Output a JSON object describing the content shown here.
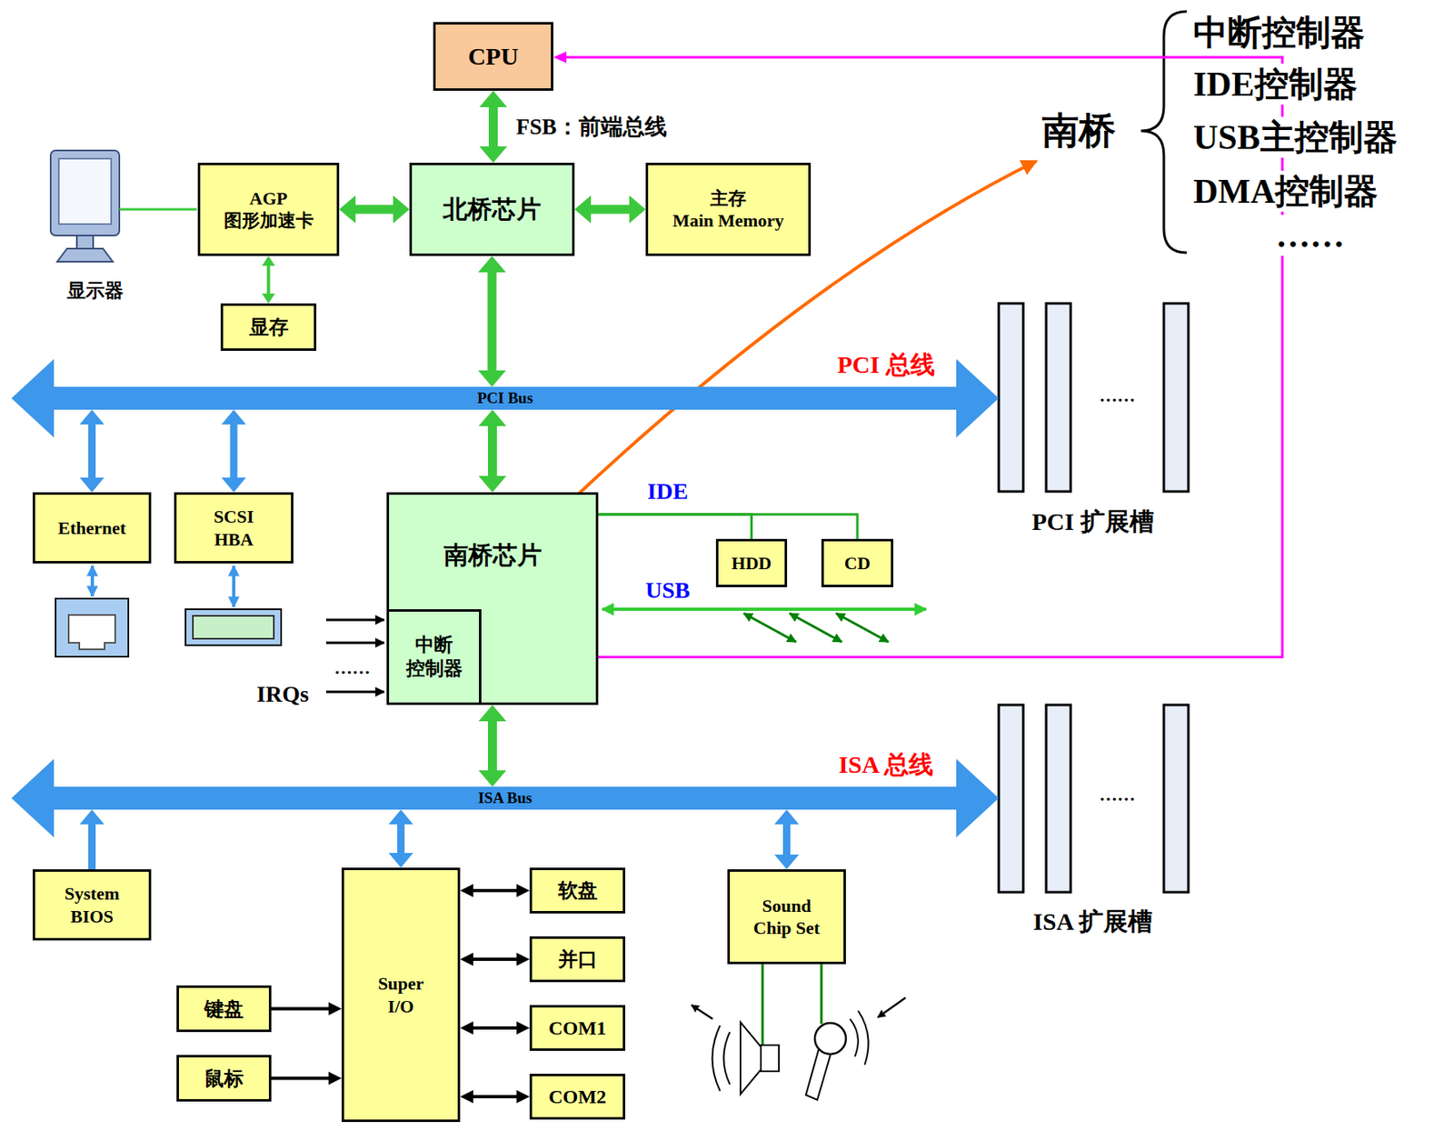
{
  "diagram": {
    "nodes": [
      {
        "text": [
          "CPU"
        ]
      },
      {
        "text": [
          "AGP 图形加速卡"
        ]
      },
      {
        "text": [
          "北桥芯片"
        ]
      },
      {
        "text": [
          "主存 Main Memory"
        ]
      },
      {
        "text": [
          "显存"
        ]
      },
      {
        "text": [
          "PCI Bus"
        ]
      },
      {
        "text": [
          "Ethernet"
        ]
      },
      {
        "text": [
          "SCSI HBA"
        ]
      },
      {
        "text": [
          "南桥芯片"
        ]
      },
      {
        "text": [
          "中断 控制器"
        ],
        "in": 8
      },
      {
        "text": [
          "HDD"
        ]
      },
      {
        "text": [
          "CD"
        ]
      },
      {
        "text": [
          "ISA Bus"
        ]
      },
      {
        "text": [
          "System BIOS"
        ]
      },
      {
        "text": [
          "Super I/O"
        ]
      },
      {
        "text": [
          "软盘"
        ]
      },
      {
        "text": [
          "并口"
        ]
      },
      {
        "text": [
          "COM1"
        ]
      },
      {
        "text": [
          "COM2"
        ]
      },
      {
        "text": [
          "Sound Chip Set"
        ]
      },
      {
        "text": [
          "键盘"
        ]
      },
      {
        "text": [
          "鼠标"
        ]
      }
    ],
    "edges": [
      {
        "from": 0,
        "to": 2,
        "arrow": "both",
        "label": "FSB：前端总线"
      },
      {
        "from": 1,
        "to": 2,
        "arrow": "both"
      },
      {
        "from": 2,
        "to": 3,
        "arrow": "both"
      },
      {
        "from": 1,
        "to": 4,
        "arrow": "both"
      },
      {
        "from": 2,
        "to": 5,
        "arrow": "both"
      },
      {
        "from": 5,
        "to": 6,
        "arrow": "both"
      },
      {
        "from": 5,
        "to": 7,
        "arrow": "both"
      },
      {
        "from": 5,
        "to": 8,
        "arrow": "both"
      },
      {
        "from": 8,
        "to": 10,
        "arrow": "none"
      },
      {
        "from": 8,
        "to": 11,
        "arrow": "none"
      },
      {
        "from": 9,
        "to": 0,
        "arrow": "to"
      },
      {
        "from": 8,
        "to": 12,
        "arrow": "both"
      },
      {
        "from": 13,
        "to": 12,
        "arrow": "to"
      },
      {
        "from": 12,
        "to": 14,
        "arrow": "both"
      },
      {
        "from": 12,
        "to": 19,
        "arrow": "both"
      },
      {
        "from": 14,
        "to": 15,
        "arrow": "both"
      },
      {
        "from": 14,
        "to": 16,
        "arrow": "both"
      },
      {
        "from": 14,
        "to": 17,
        "arrow": "both"
      },
      {
        "from": 14,
        "to": 18,
        "arrow": "both"
      },
      {
        "from": 20,
        "to": 14,
        "arrow": "to"
      },
      {
        "from": 21,
        "to": 14,
        "arrow": "to"
      }
    ],
    "labels": [
      "显示器",
      "南桥",
      "中断控制器",
      "IDE控制器",
      "USB主控制器",
      "DMA控制器",
      "……",
      "PCI 总线",
      "……",
      "PCI 扩展槽",
      "IDE",
      "USB",
      "……",
      "IRQs",
      "ISA 总线",
      "……",
      "ISA 扩展槽"
    ]
  }
}
